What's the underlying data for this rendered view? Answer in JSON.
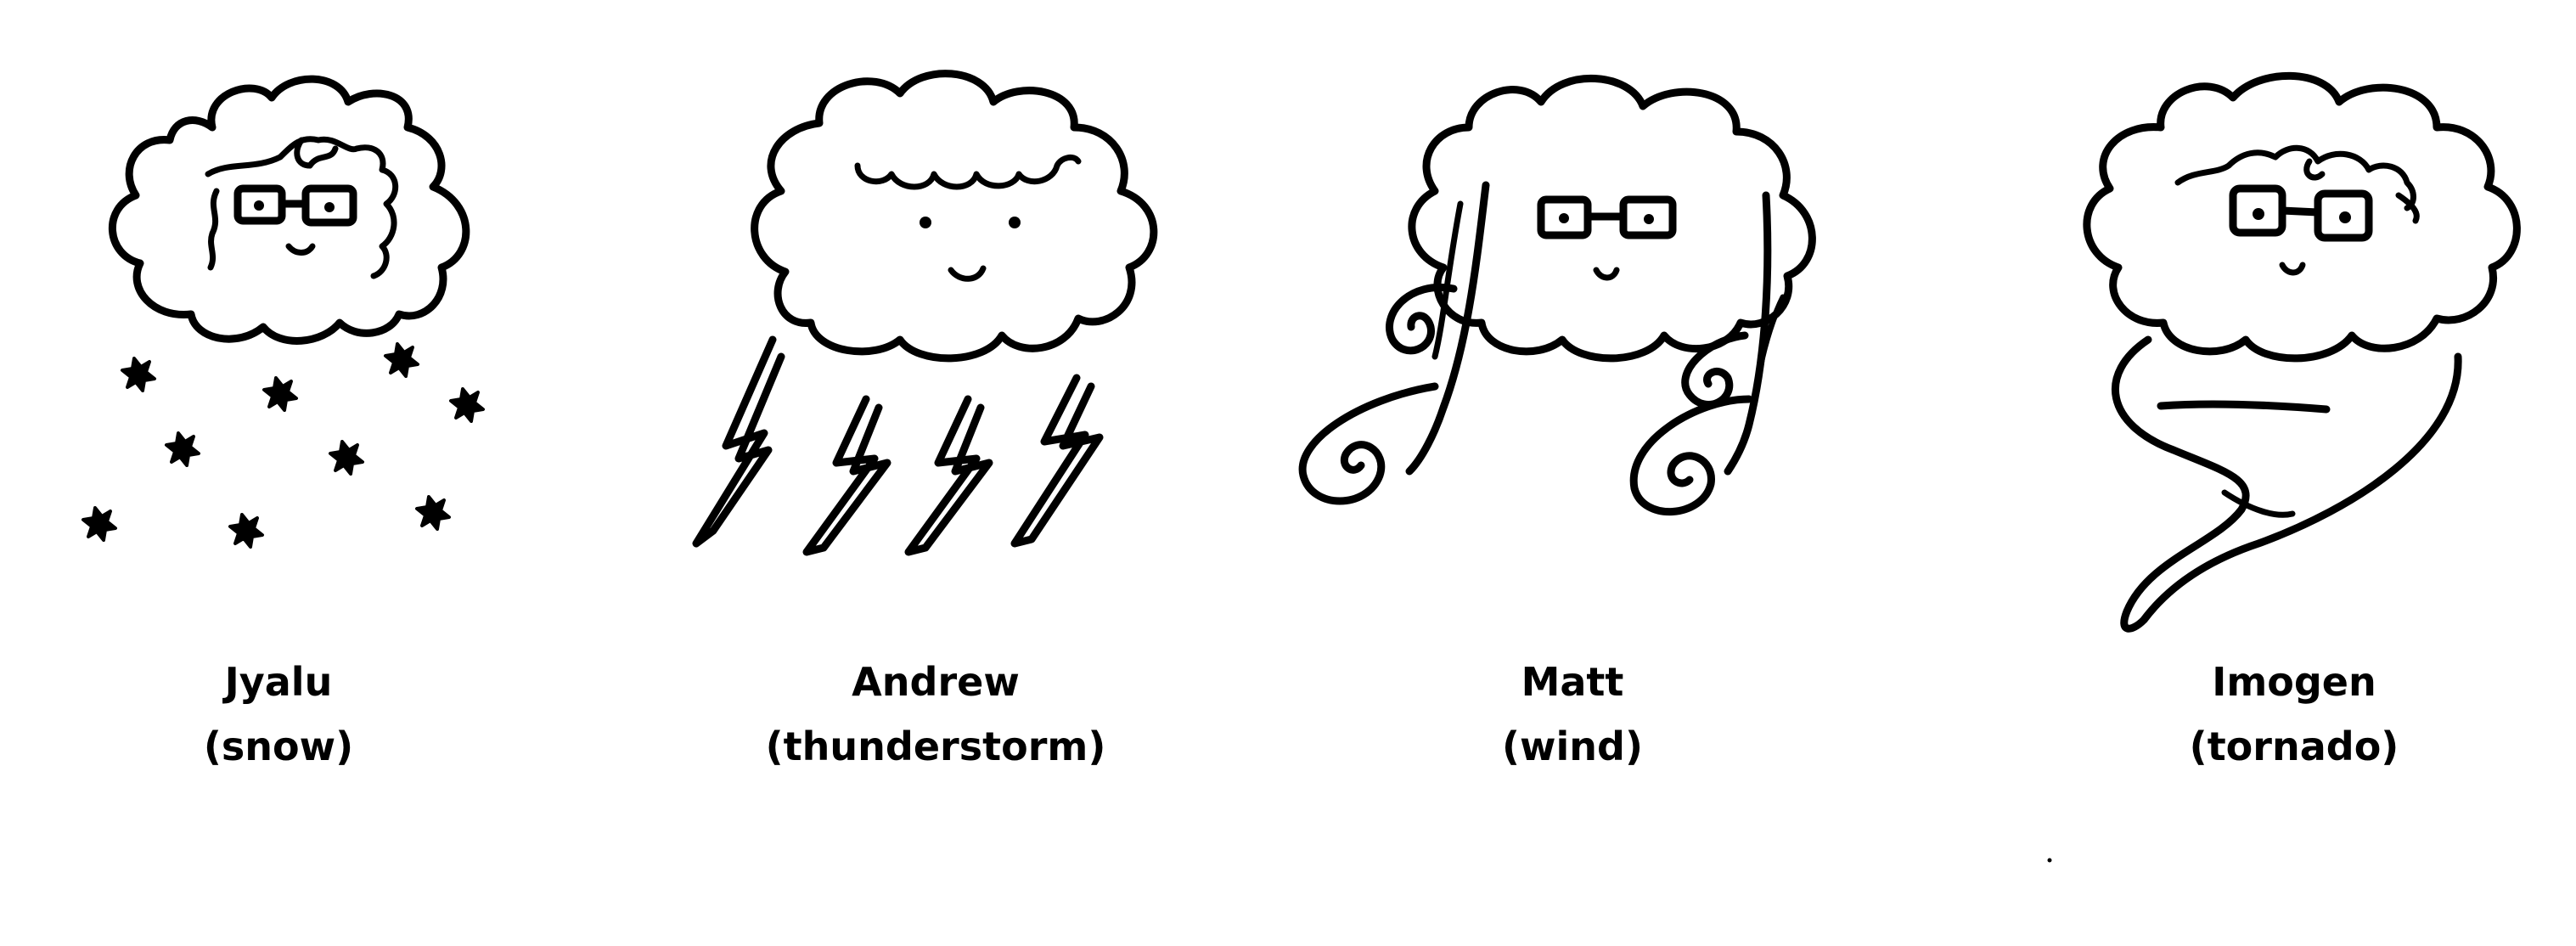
{
  "characters": [
    {
      "name": "Jyalu",
      "weather": "(snow)"
    },
    {
      "name": "Andrew",
      "weather": "(thunderstorm)"
    },
    {
      "name": "Matt",
      "weather": "(wind)"
    },
    {
      "name": "Imogen",
      "weather": "(tornado)"
    }
  ],
  "ink_color": "#000000",
  "background_color": "#ffffff"
}
